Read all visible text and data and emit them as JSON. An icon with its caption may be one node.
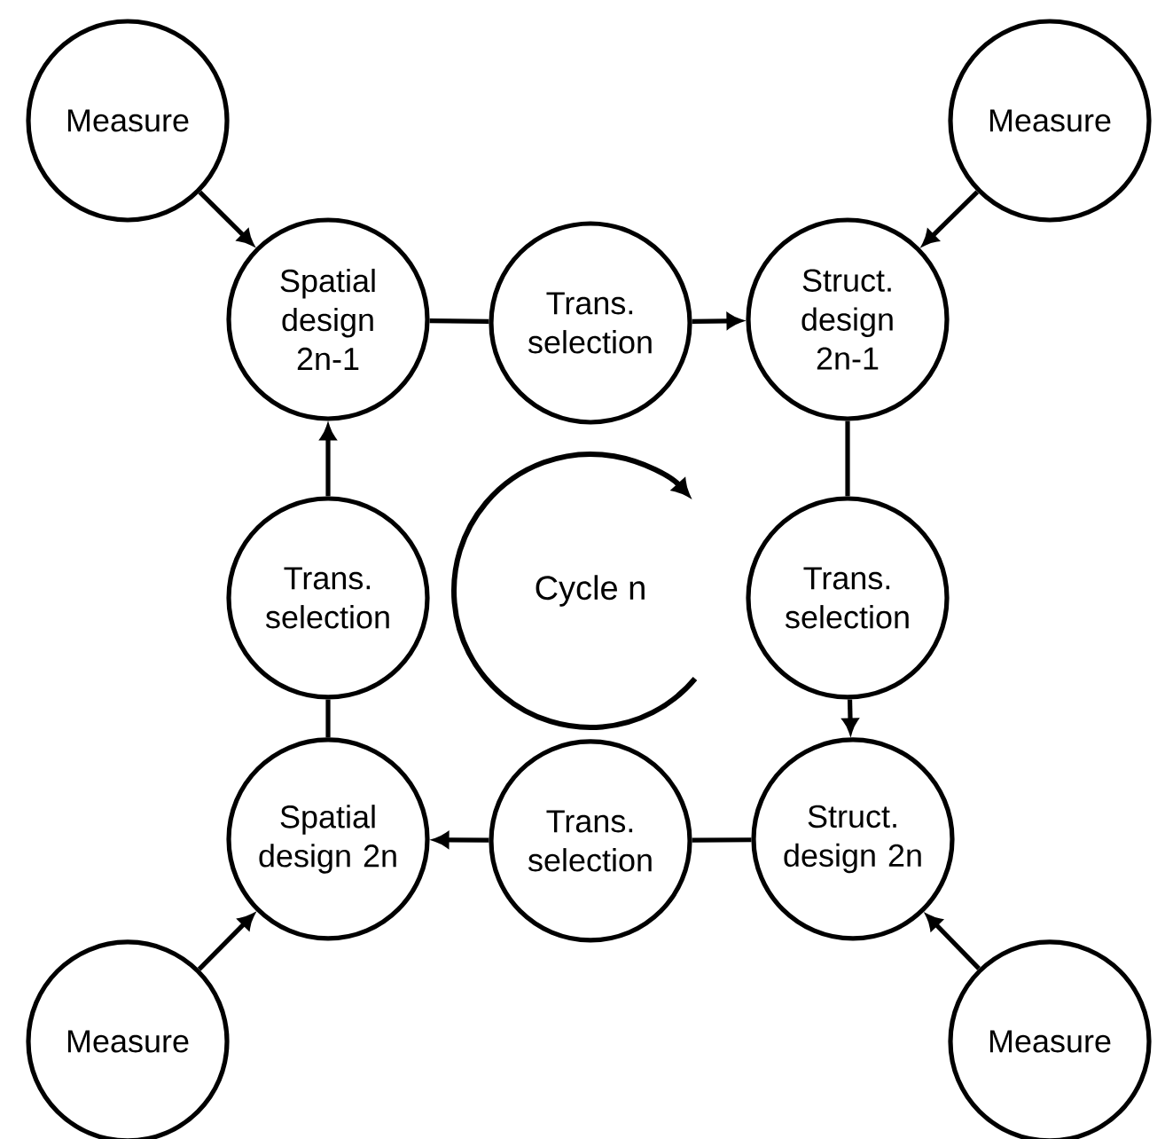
{
  "diagram": {
    "nodes": [
      {
        "text": [
          "Measure"
        ]
      },
      {
        "text": [
          "Measure"
        ]
      },
      {
        "text": [
          "Spatial design 2n-1"
        ]
      },
      {
        "text": [
          "Trans. selection"
        ]
      },
      {
        "text": [
          "Struct. design 2n-1"
        ]
      },
      {
        "text": [
          "Trans. selection"
        ]
      },
      {
        "text": [
          "Trans. selection"
        ]
      },
      {
        "text": [
          "Spatial design 2n"
        ]
      },
      {
        "text": [
          "Trans. selection"
        ]
      },
      {
        "text": [
          "Struct. design 2n"
        ]
      },
      {
        "text": [
          "Measure"
        ]
      },
      {
        "text": [
          "Measure"
        ]
      }
    ],
    "edges": [
      {
        "from": 0,
        "to": 2,
        "arrow": "to"
      },
      {
        "from": 1,
        "to": 4,
        "arrow": "to"
      },
      {
        "from": 2,
        "to": 3,
        "arrow": "none"
      },
      {
        "from": 3,
        "to": 4,
        "arrow": "to"
      },
      {
        "from": 4,
        "to": 6,
        "arrow": "none"
      },
      {
        "from": 6,
        "to": 9,
        "arrow": "to"
      },
      {
        "from": 9,
        "to": 8,
        "arrow": "none"
      },
      {
        "from": 8,
        "to": 7,
        "arrow": "to"
      },
      {
        "from": 7,
        "to": 5,
        "arrow": "none"
      },
      {
        "from": 5,
        "to": 2,
        "arrow": "to"
      },
      {
        "from": 10,
        "to": 7,
        "arrow": "to"
      },
      {
        "from": 11,
        "to": 9,
        "arrow": "to"
      }
    ],
    "labels": [
      "Cycle n"
    ]
  }
}
